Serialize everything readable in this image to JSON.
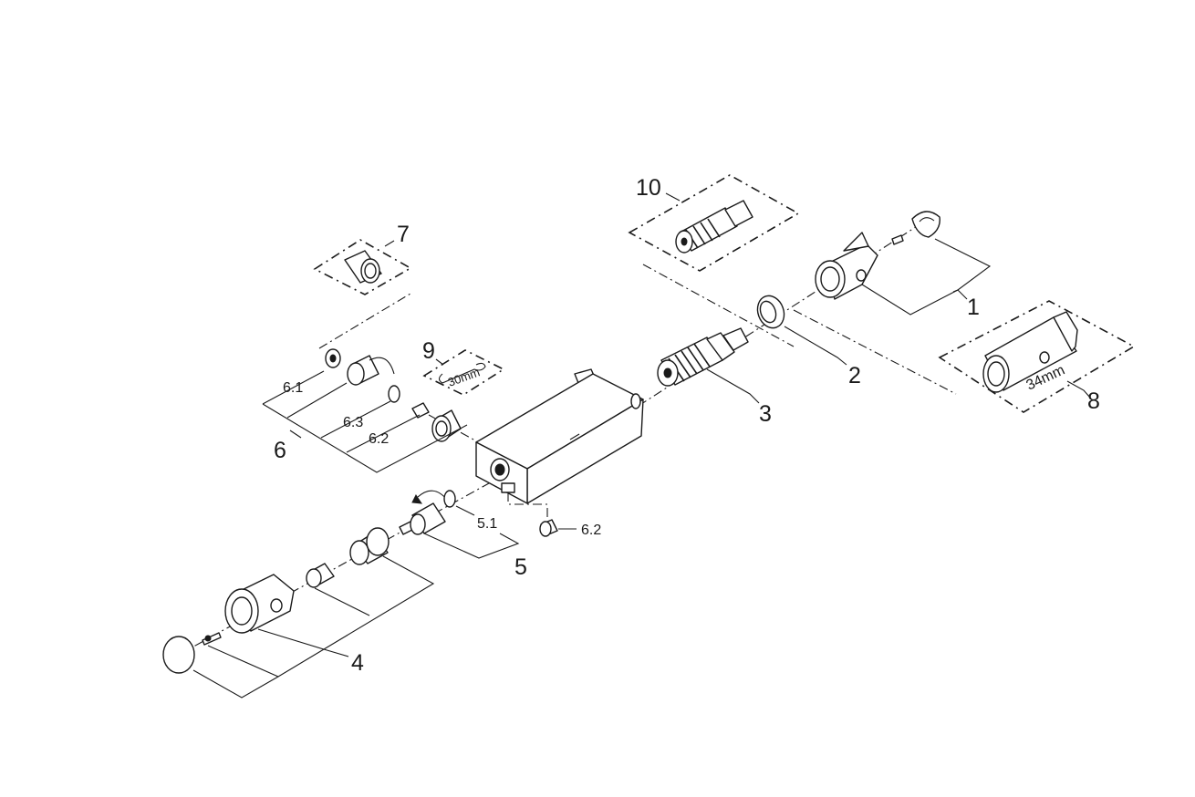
{
  "labels": {
    "p1": "1",
    "p2": "2",
    "p3": "3",
    "p4": "4",
    "p5": "5",
    "p5_1": "5.1",
    "p6": "6",
    "p6_1": "6.1",
    "p6_2": "6.2",
    "p6_2b": "6.2",
    "p6_3": "6.3",
    "p7": "7",
    "p8": "8",
    "p9": "9",
    "p10": "10"
  },
  "tool_sizes": {
    "tool_8": "34mm",
    "tool_9": "30mm"
  }
}
